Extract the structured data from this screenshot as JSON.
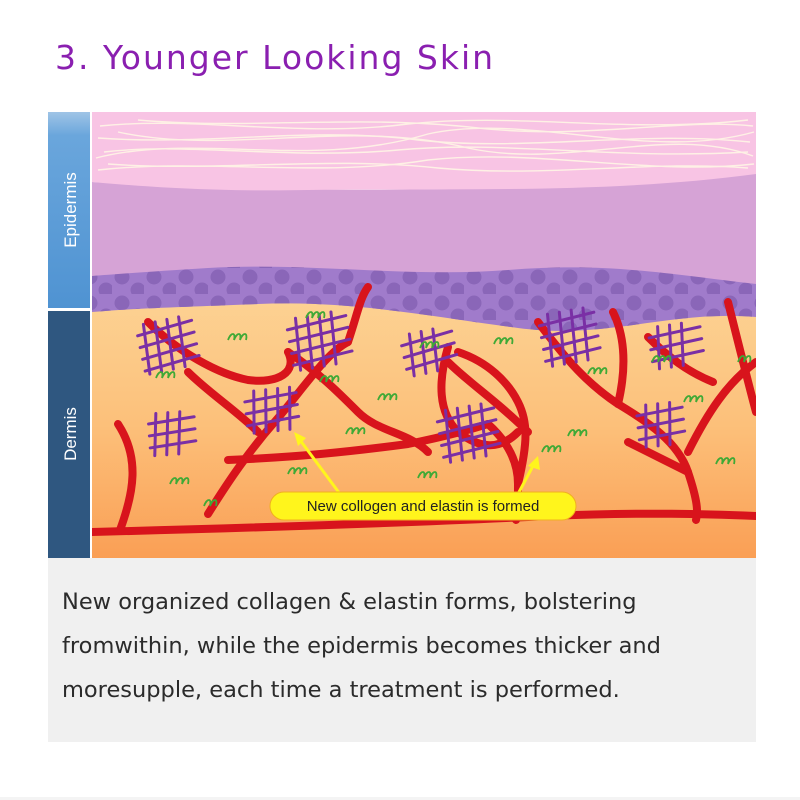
{
  "title": "3. Younger Looking Skin",
  "diagram": {
    "side_labels": {
      "epidermis": "Epidermis",
      "dermis": "Dermis"
    },
    "callout": "New collogen and elastin is formed",
    "colors": {
      "epidermis_bar": "#5b9bd6",
      "dermis_bar": "#2f5780",
      "surface": "#f7c6e4",
      "epidermis_layer": "#d6a3d6",
      "basal_layer": "#a07bcb",
      "dermis": "#fbc27a",
      "vessels": "#d8141c",
      "collagen": "#7a2fa5",
      "elastin": "#3fa936",
      "callout_fill": "#fff51c"
    }
  },
  "caption": "New organized collagen & elastin forms, bolstering fromwithin, while the epidermis becomes thicker and moresupple,  each time a treatment is performed."
}
